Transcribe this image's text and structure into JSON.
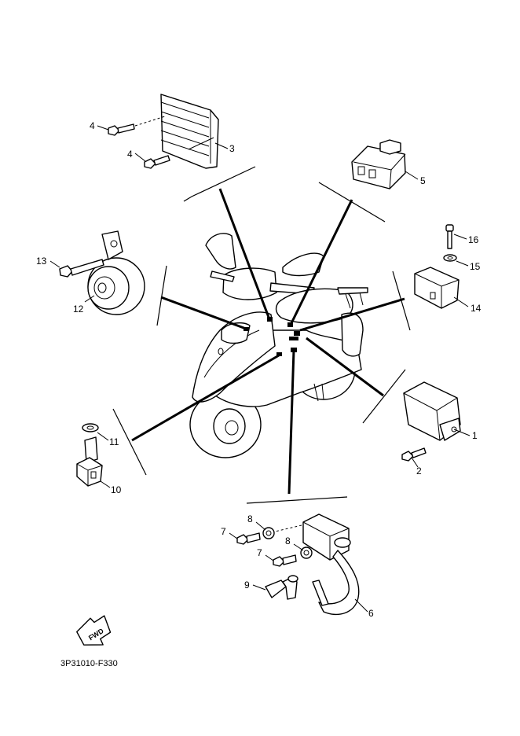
{
  "callouts": [
    {
      "id": "1",
      "text": "1"
    },
    {
      "id": "2",
      "text": "2"
    },
    {
      "id": "3",
      "text": "3"
    },
    {
      "id": "4a",
      "text": "4"
    },
    {
      "id": "4b",
      "text": "4"
    },
    {
      "id": "5",
      "text": "5"
    },
    {
      "id": "6",
      "text": "6"
    },
    {
      "id": "7a",
      "text": "7"
    },
    {
      "id": "7b",
      "text": "7"
    },
    {
      "id": "8a",
      "text": "8"
    },
    {
      "id": "8b",
      "text": "8"
    },
    {
      "id": "9",
      "text": "9"
    },
    {
      "id": "10",
      "text": "10"
    },
    {
      "id": "11",
      "text": "11"
    },
    {
      "id": "12",
      "text": "12"
    },
    {
      "id": "13",
      "text": "13"
    },
    {
      "id": "14",
      "text": "14"
    },
    {
      "id": "15",
      "text": "15"
    },
    {
      "id": "16",
      "text": "16"
    }
  ],
  "fwd_label": "FWD",
  "diagram_code": "3P31010-F330"
}
